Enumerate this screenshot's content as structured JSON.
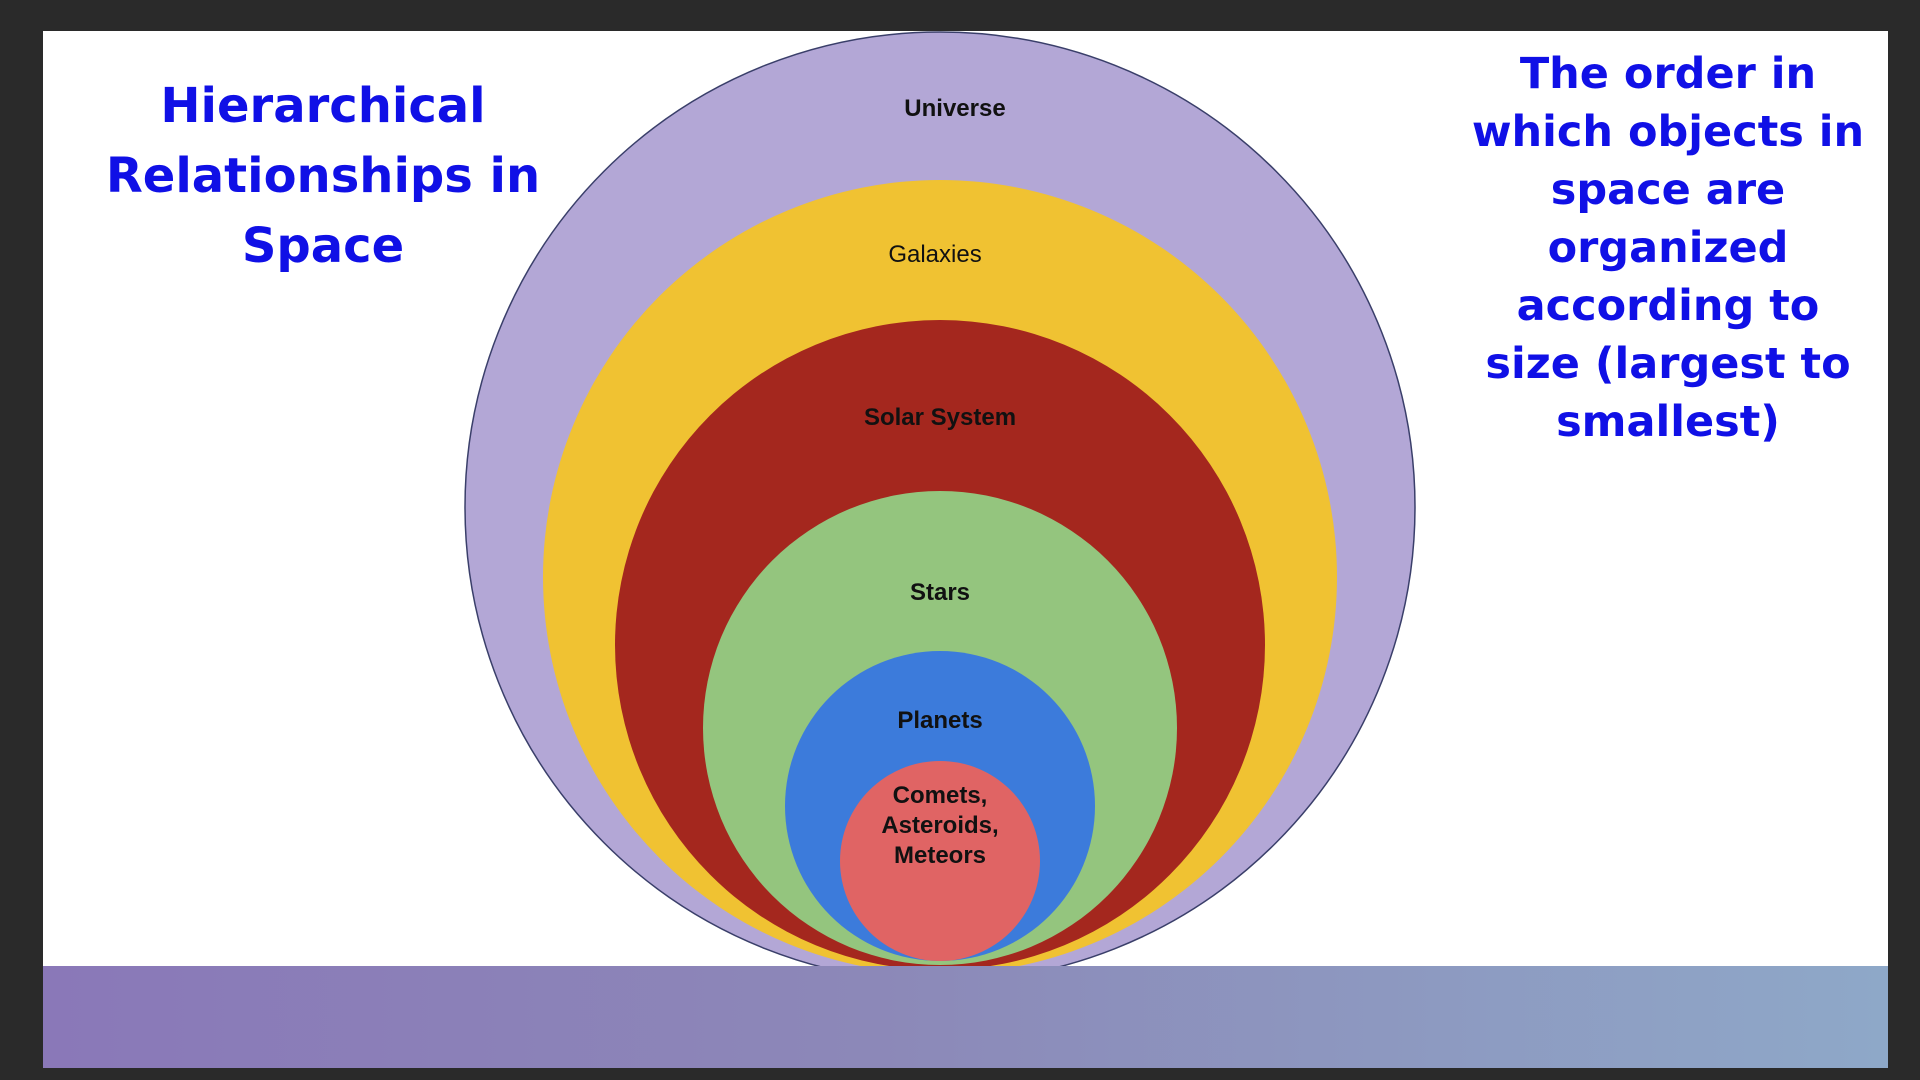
{
  "slide": {
    "title": "Hierarchical Relationships in Space",
    "description": "The order in which objects in space are organized according to size (largest to smallest)"
  },
  "diagram": {
    "rings": [
      {
        "label": "Universe",
        "color": "#b3a7d6",
        "bold": true
      },
      {
        "label": "Galaxies",
        "color": "#f0c232",
        "bold": false
      },
      {
        "label": "Solar System",
        "color": "#a4271e",
        "bold": true
      },
      {
        "label": "Stars",
        "color": "#94c57e",
        "bold": true
      },
      {
        "label": "Planets",
        "color": "#3c7bdb",
        "bold": true
      },
      {
        "label": "Comets, Asteroids, Meteors",
        "label_lines": [
          "Comets,",
          "Asteroids,",
          "Meteors"
        ],
        "color": "#e06464",
        "bold": true
      }
    ],
    "outline_color": "#3a3f6a"
  },
  "colors": {
    "text_accent": "#1010e6",
    "background": "#ffffff",
    "frame": "#2a2a2a"
  }
}
